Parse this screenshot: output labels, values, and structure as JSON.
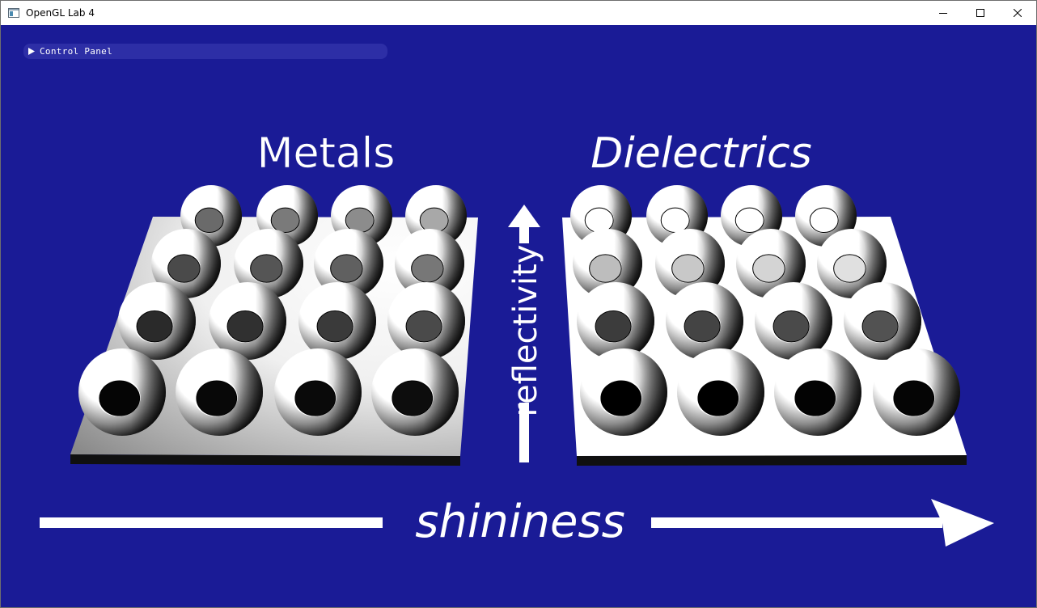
{
  "window": {
    "title": "OpenGL Lab 4",
    "icon": "application-window-icon",
    "controls": [
      "minimize-icon",
      "maximize-icon",
      "close-icon"
    ]
  },
  "control_panel": {
    "label": "Control Panel",
    "expanded": false
  },
  "scene": {
    "metals_label": "Metals",
    "dielectrics_label": "Dielectrics",
    "vertical_axis_label": "reflectivity",
    "horizontal_axis_label": "shininess",
    "background_color": "#1a1b96",
    "metals_grid": {
      "rows": 4,
      "cols": 4
    },
    "dielectrics_grid": {
      "rows": 4,
      "cols": 4
    }
  }
}
